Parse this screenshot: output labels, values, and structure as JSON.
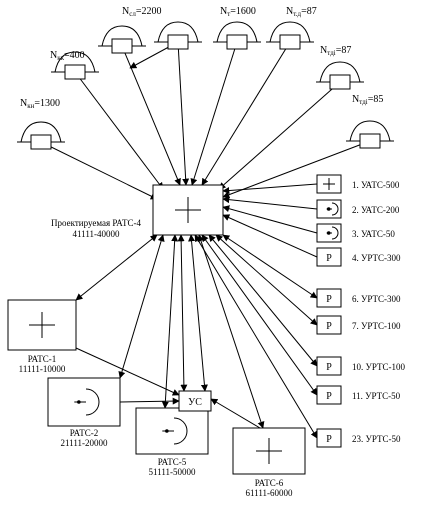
{
  "colors": {
    "stroke": "#000000",
    "background": "#ffffff"
  },
  "arrow_heads": "filled-triangle",
  "main_station": {
    "name": "Проектируемая РАТС-4",
    "range": "41111-40000",
    "symbol": "cross"
  },
  "subscriber_groups": [
    {
      "id": "kn",
      "label": "N",
      "sub": "кн",
      "value": "=1300"
    },
    {
      "id": "kk",
      "label": "N",
      "sub": "кк",
      "value": "=400"
    },
    {
      "id": "sl",
      "label": "N",
      "sub": "сл",
      "value": "=2200"
    },
    {
      "id": "t",
      "label": "N",
      "sub": "т",
      "value": "=1600"
    },
    {
      "id": "td",
      "label": "N",
      "sub": "т.д",
      "value": "=87"
    },
    {
      "id": "tdi",
      "label": "N",
      "sub": "тді",
      "value": "=87"
    },
    {
      "id": "tdr",
      "label": "N",
      "sub": "тді",
      "value": "=85"
    },
    {
      "id": "extra",
      "label": "",
      "sub": "",
      "value": ""
    }
  ],
  "remote_stations": [
    {
      "id": "s1",
      "num": "1.",
      "name": "УАТС-500",
      "symbol": "cross"
    },
    {
      "id": "s2",
      "num": "2.",
      "name": "УАТС-200",
      "symbol": "dial"
    },
    {
      "id": "s3",
      "num": "3.",
      "name": "УАТС-50",
      "symbol": "dial"
    },
    {
      "id": "s4",
      "num": "4.",
      "name": "УРТС-300",
      "symbol": "P"
    },
    {
      "id": "s6",
      "num": "6.",
      "name": "УРТС-300",
      "symbol": "P"
    },
    {
      "id": "s7",
      "num": "7.",
      "name": "УРТС-100",
      "symbol": "P"
    },
    {
      "id": "s10",
      "num": "10.",
      "name": "УРТС-100",
      "symbol": "P"
    },
    {
      "id": "s11",
      "num": "11.",
      "name": "УРТС-50",
      "symbol": "P"
    },
    {
      "id": "s23",
      "num": "23.",
      "name": "УРТС-50",
      "symbol": "P"
    }
  ],
  "exchange_stations": [
    {
      "id": "rats1",
      "name": "РАТС-1",
      "range": "11111-10000",
      "symbol": "cross"
    },
    {
      "id": "rats2",
      "name": "РАТС-2",
      "range": "21111-20000",
      "symbol": "dial"
    },
    {
      "id": "rats5",
      "name": "РАТС-5",
      "range": "51111-50000",
      "symbol": "dial"
    },
    {
      "id": "rats6",
      "name": "РАТС-6",
      "range": "61111-60000",
      "symbol": "cross"
    }
  ],
  "hub": {
    "label": "УС"
  }
}
